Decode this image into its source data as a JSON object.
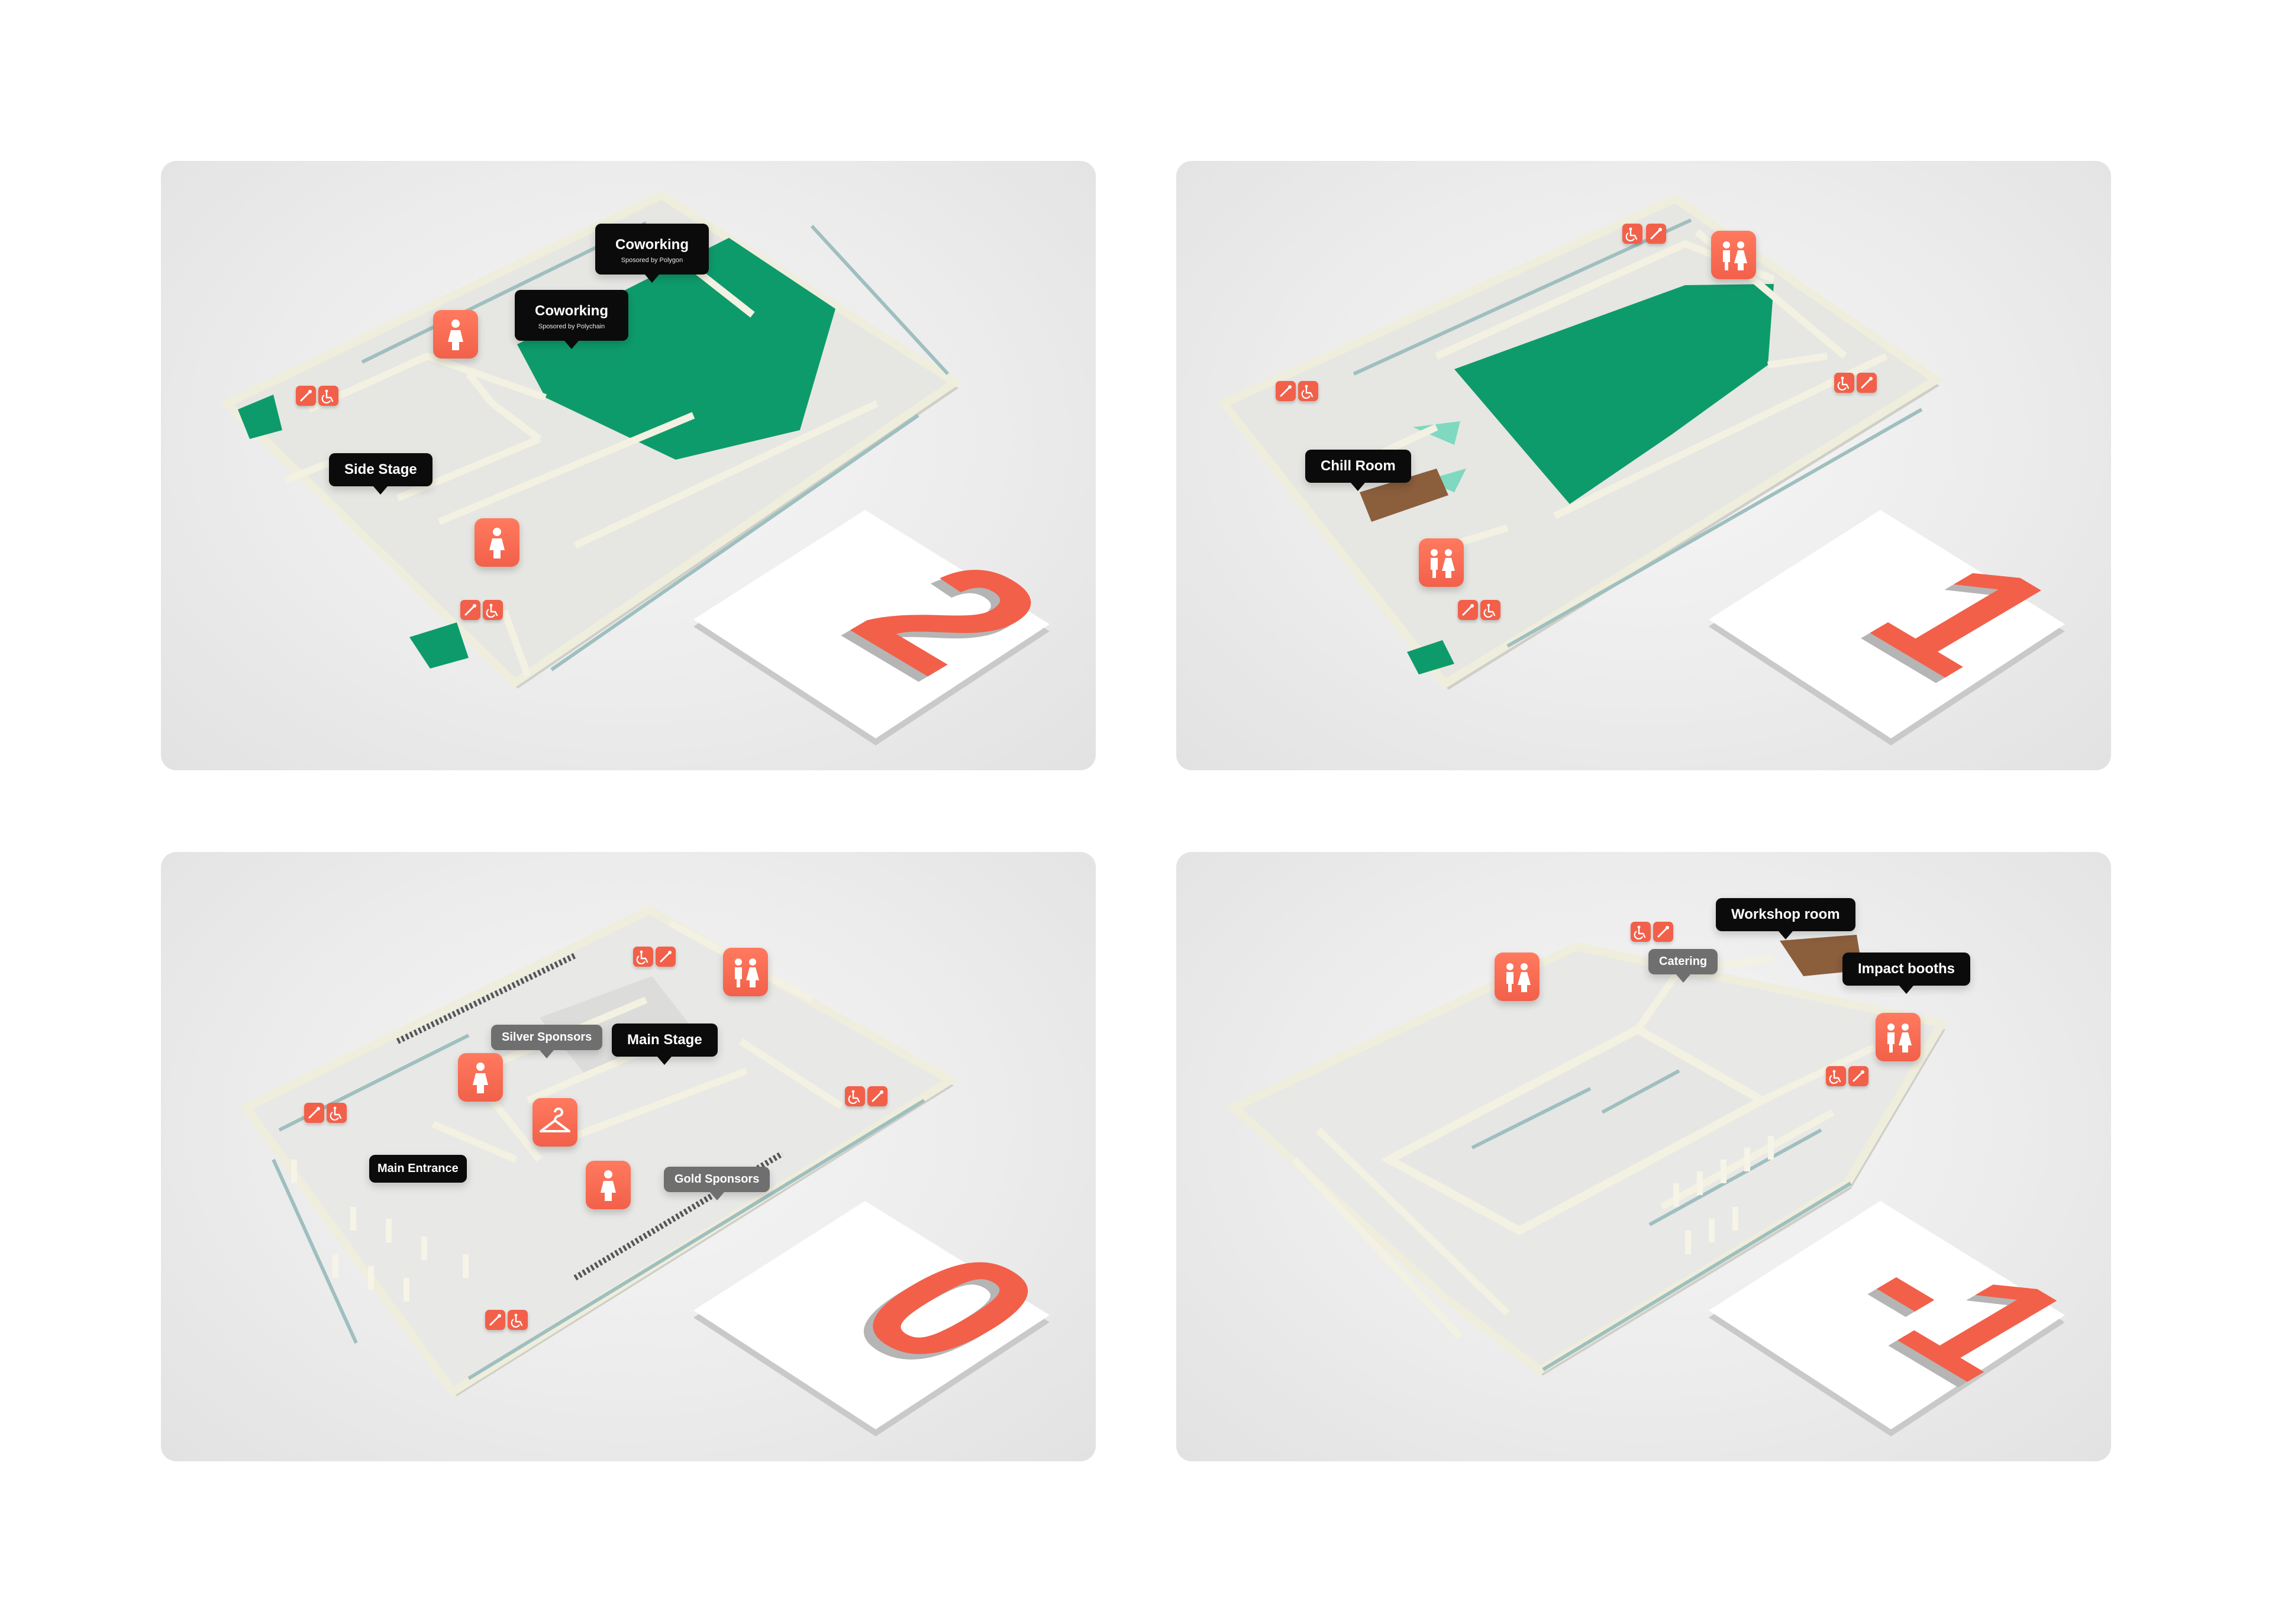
{
  "floors": [
    {
      "number": "2",
      "labels": {
        "coworking_a": "Coworking",
        "coworking_a_sub": "Sposored by Polygon",
        "coworking_b": "Coworking",
        "coworking_b_sub": "Sposored by Polychain",
        "side_stage": "Side Stage"
      }
    },
    {
      "number": "1",
      "labels": {
        "chill_room": "Chill Room"
      }
    },
    {
      "number": "0",
      "labels": {
        "silver_sponsors": "Silver Sponsors",
        "main_stage": "Main Stage",
        "main_entrance": "Main Entrance",
        "gold_sponsors": "Gold Sponsors"
      }
    },
    {
      "number": "-1",
      "labels": {
        "workshop_room": "Workshop room",
        "catering": "Catering",
        "impact_booths": "Impact booths"
      }
    }
  ],
  "colors": {
    "accent": "#f2604a",
    "green_zone": "#0e9b6b",
    "wall": "#efeddc",
    "floor": "#e4e4e4",
    "label_dark": "#0b0b0b",
    "label_grey": "#6f6f6f"
  },
  "icons": [
    "female-restroom-icon",
    "restrooms-icon",
    "wheelchair-icon",
    "shower-icon",
    "hanger-icon"
  ]
}
